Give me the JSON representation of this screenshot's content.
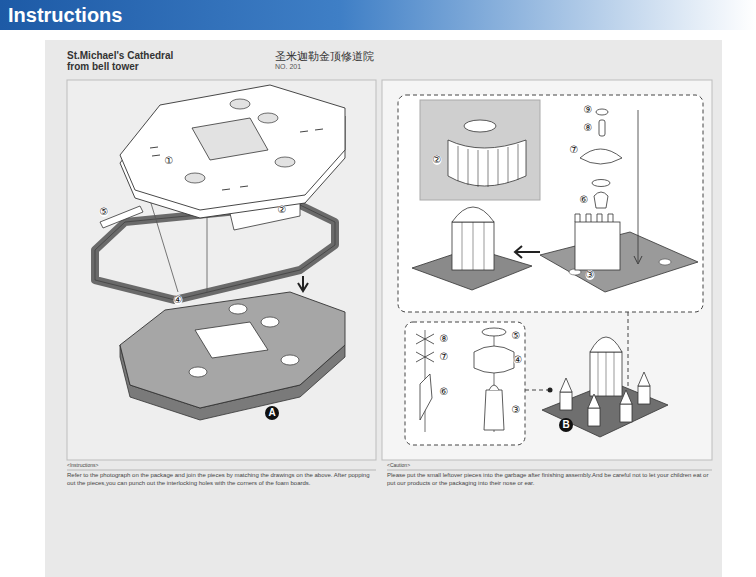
{
  "diagram": {
    "title": "Instructions",
    "nodes": [
      {
        "text": [
          "<Instructions>",
          "Refer to the photograph on the package and join the pieces by matching the drawings on the above. After popping out the pieces,you can punch out the interlocking holes with the corners of the foam boards."
        ]
      },
      {
        "text": [
          "<Caution>",
          "Please put the small leftover pieces into the garbage after finishing assembly.And be careful not to let your children eat or put our products or the packaging into their nose or ear."
        ]
      }
    ],
    "labels": [
      "St.Michael's Cathedral from bell tower",
      "圣米迦勒金顶修道院",
      "NO. 201",
      "①",
      "⑤",
      "②",
      "④",
      "A",
      "B",
      "②",
      "⑨",
      "⑧",
      "⑦",
      "⑥",
      "③",
      "⑧",
      "⑦",
      "⑥",
      "⑤",
      "④",
      "③"
    ]
  }
}
